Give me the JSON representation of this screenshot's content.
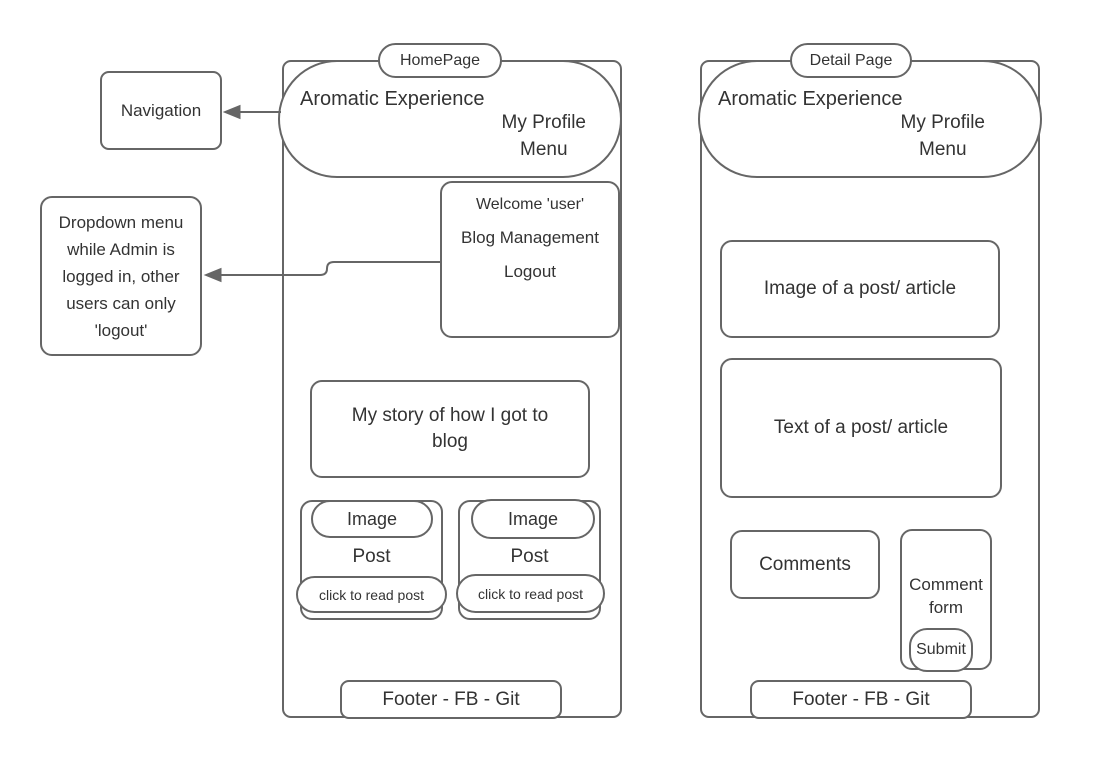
{
  "colors": {
    "stroke": "#666666",
    "text": "#333333",
    "background": "#ffffff"
  },
  "annotations": {
    "navigation_label": "Navigation",
    "dropdown_note": "Dropdown menu while Admin is logged in, other users can only 'logout'"
  },
  "home_page": {
    "tag": "HomePage",
    "header": {
      "brand": "Aromatic Experience",
      "profile_line1": "My Profile",
      "profile_line2": "Menu"
    },
    "profile_dropdown": {
      "welcome": "Welcome 'user'",
      "item1": "Blog Management",
      "item2": "Logout"
    },
    "story_box": "My story of how I got to blog",
    "post_cards": [
      {
        "image_label": "Image",
        "title": "Post",
        "cta": "click to read post"
      },
      {
        "image_label": "Image",
        "title": "Post",
        "cta": "click to read post"
      }
    ],
    "footer": "Footer - FB - Git"
  },
  "detail_page": {
    "tag": "Detail Page",
    "header": {
      "brand": "Aromatic Experience",
      "profile_line1": "My Profile",
      "profile_line2": "Menu"
    },
    "image_box": "Image of a post/ article",
    "text_box": "Text of a post/ article",
    "comments_box": "Comments",
    "comment_form": {
      "label": "Comment form",
      "submit": "Submit"
    },
    "footer": "Footer - FB - Git"
  }
}
